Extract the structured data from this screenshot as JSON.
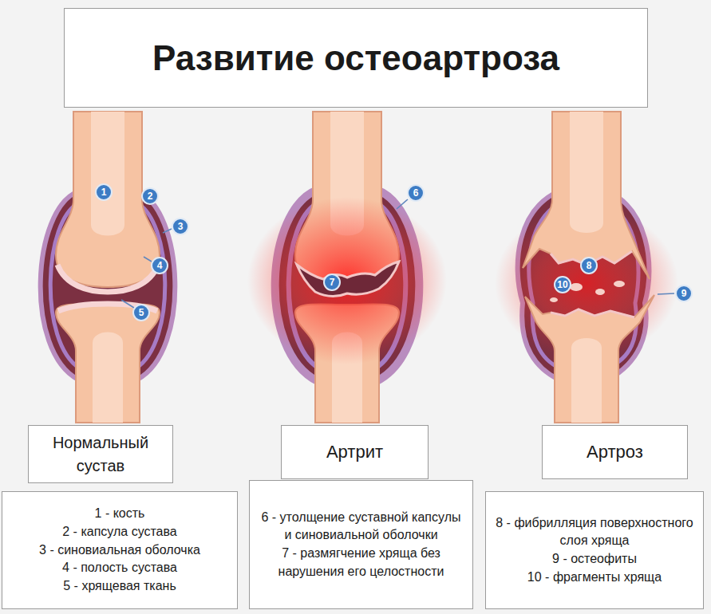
{
  "diagram": {
    "title": "Развитие остеоартроза",
    "nodes": [
      {
        "text": [
          "Нормальный сустав"
        ]
      },
      {
        "text": [
          "Артрит"
        ]
      },
      {
        "text": [
          "Артроз"
        ]
      },
      {
        "text": [
          "1 - кость",
          "2 - капсула сустава",
          "3 - синовиальная оболочка",
          "4 - полость сустава",
          "5 - хрящевая ткань"
        ]
      },
      {
        "text": [
          "6 - утолщение суставной капсулы и синовиальной оболочки",
          "7 - размягчение хряща без нарушения его целостности"
        ]
      },
      {
        "text": [
          "8 - фибрилляция поверхностного слоя хряща",
          "9 - остеофиты",
          "10 - фрагменты хряща"
        ]
      }
    ],
    "labels": [
      "1",
      "2",
      "3",
      "4",
      "5",
      "6",
      "7",
      "8",
      "9",
      "10"
    ]
  }
}
